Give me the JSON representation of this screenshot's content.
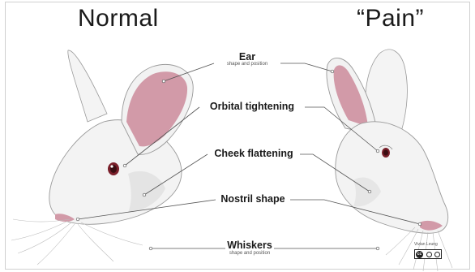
{
  "titles": {
    "left": "Normal",
    "right": "“Pain”"
  },
  "features": [
    {
      "id": "ear",
      "label": "Ear",
      "sublabel": "shape and position"
    },
    {
      "id": "orbital",
      "label": "Orbital tightening",
      "sublabel": ""
    },
    {
      "id": "cheek",
      "label": "Cheek flattening",
      "sublabel": ""
    },
    {
      "id": "nostril",
      "label": "Nostril shape",
      "sublabel": ""
    },
    {
      "id": "whiskers",
      "label": "Whiskers",
      "sublabel": "shape and position"
    }
  ],
  "credit": "Vivian Leung",
  "license_icon": "creative-commons-icon",
  "colors": {
    "inner_ear": "#d29aa8",
    "eye": "#7a1f2a",
    "fur": "#f2f2f2",
    "shadow": "#e3e3e3",
    "line": "#555555"
  }
}
